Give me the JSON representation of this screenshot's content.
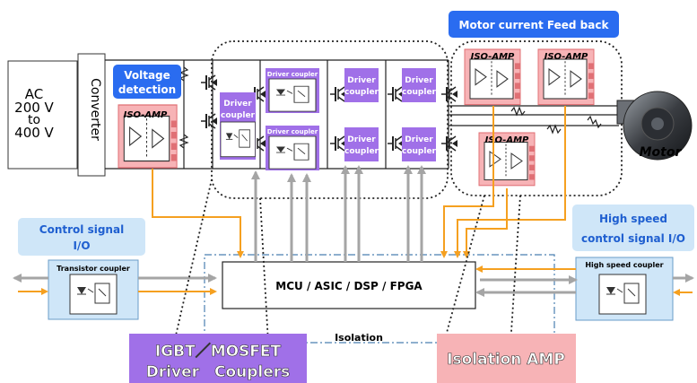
{
  "source": {
    "line1": "AC",
    "line2": "200 V",
    "line3": "to",
    "line4": "400 V"
  },
  "converter_label": "Converter",
  "voltage_detection": {
    "line1": "Voltage",
    "line2": "detection"
  },
  "motor_feedback_label": "Motor current Feed back",
  "iso_amp_label": "ISO-AMP",
  "driver_coupler": {
    "label_small": "Driver coupler",
    "line1": "Driver",
    "line2": "coupler"
  },
  "motor_label": "Motor",
  "control_io": {
    "line1": "Control signal",
    "line2": "I/O"
  },
  "high_speed_io": {
    "line1": "High speed",
    "line2": "control signal I/O"
  },
  "transistor_coupler_label": "Transistor coupler",
  "high_speed_coupler_label": "High speed coupler",
  "mcu_label": "MCU / ASIC / DSP / FPGA",
  "isolation_label": "Isolation",
  "igbt_banner": {
    "line1": "IGBT／MOSFET",
    "line2": "Driver　Couplers"
  },
  "isolation_amp_banner": "Isolation AMP",
  "colors": {
    "blue_label": "#2a6cf0",
    "purple": "#a070e8",
    "pink_bg": "#f7b3b6",
    "light_blue_bg": "#cfe6f8",
    "orange_line": "#f5a020",
    "gray_arrow": "#a5a5a5"
  }
}
